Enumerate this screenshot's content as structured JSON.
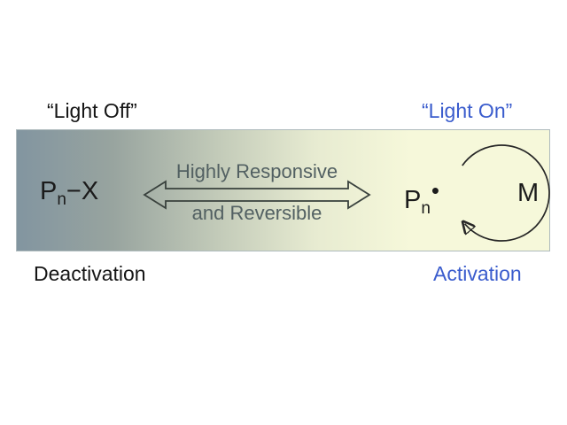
{
  "figure": {
    "left_state": {
      "header": "“Light Off”",
      "footer": "Deactivation",
      "species": {
        "symbol": "P",
        "subscript": "n",
        "bond": "−",
        "cap": "X"
      }
    },
    "right_state": {
      "header": "“Light On”",
      "footer": "Activation",
      "species": {
        "symbol": "P",
        "subscript": "n",
        "radical": "•"
      },
      "monomer": "M"
    },
    "equilibrium": {
      "line1": "Highly Responsive",
      "line2": "and Reversible"
    }
  },
  "colors": {
    "state_off_text": "#151515",
    "state_on_text": "#3a5ccd",
    "equilibrium_text": "#526062",
    "panel_gradient_left": "#8295a0",
    "panel_gradient_right": "#f6f8da",
    "panel_border": "#aebabd",
    "arrow_outline": "#39413d",
    "cycle_stroke": "#262626"
  }
}
